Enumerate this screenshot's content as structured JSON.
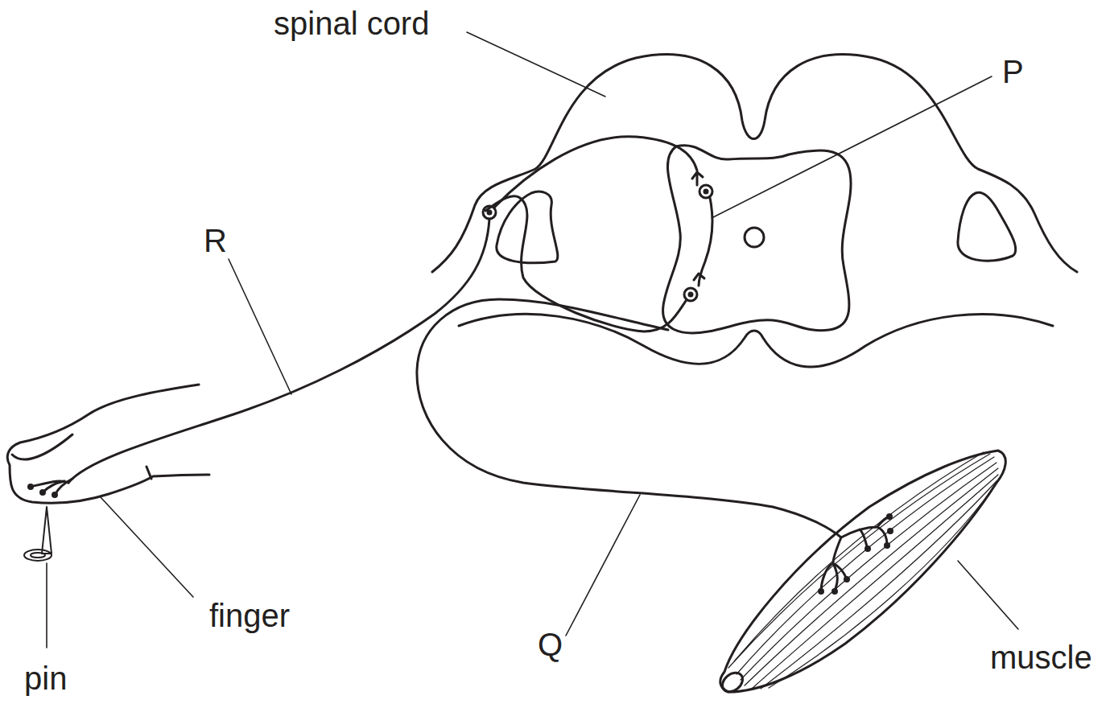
{
  "diagram": {
    "labels": [
      "spinal cord",
      "P",
      "R",
      "finger",
      "pin",
      "Q",
      "muscle"
    ]
  }
}
